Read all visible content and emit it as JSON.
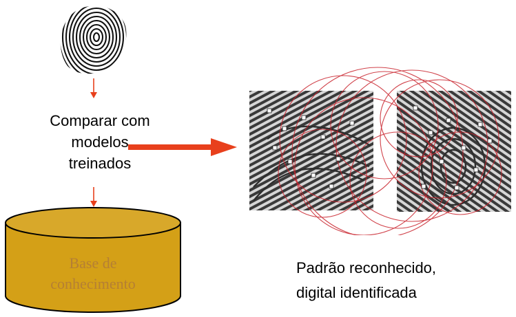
{
  "step": {
    "line1": "Comparar com",
    "line2": "modelos",
    "line3": "treinados"
  },
  "database": {
    "line1": "Base de",
    "line2": "conhecimento",
    "fill_color": "#d4a017",
    "text_color": "#b57f34"
  },
  "result": {
    "line1": "Padrão reconhecido,",
    "line2": "digital identificada"
  },
  "colors": {
    "arrow": "#e8401c",
    "match_circles": "#c8202a"
  },
  "icons": {
    "input_fingerprint": "fingerprint-icon",
    "database": "database-cylinder-icon",
    "matched_prints": "fingerprint-match-image"
  }
}
